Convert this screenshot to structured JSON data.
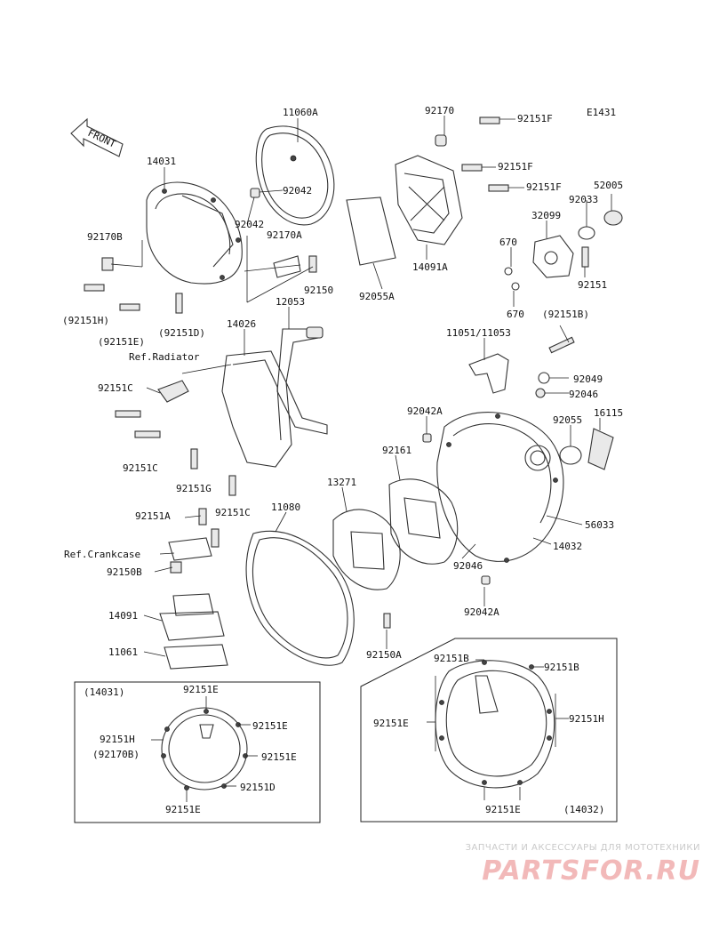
{
  "diagram_code": "E1431",
  "front_marker": "FRONT",
  "refs": {
    "radiator": "Ref.Radiator",
    "crankcase": "Ref.Crankcase"
  },
  "parts": {
    "p11060A": "11060A",
    "p14031": "14031",
    "p92042_a": "92042",
    "p92042_b": "92042",
    "p92170A": "92170A",
    "p92170B": "92170B",
    "p92151H_paren": "(92151H)",
    "p92151E_paren": "(92151E)",
    "p92151D_paren": "(92151D)",
    "p92150_a": "92150",
    "p12053": "12053",
    "p14026": "14026",
    "p92151C_a": "92151C",
    "p92151C_b": "92151C",
    "p92151G": "92151G",
    "p92151C_c": "92151C",
    "p92170_top": "92170",
    "p92151F_a": "92151F",
    "p92151F_b": "92151F",
    "p92151F_c": "92151F",
    "p52005": "52005",
    "p92033": "92033",
    "p32099": "32099",
    "p670_a": "670",
    "p670_b": "670",
    "p92151_r": "92151",
    "p92055A": "92055A",
    "p14091A": "14091A",
    "p92151B_paren": "(92151B)",
    "p11051_11053": "11051/11053",
    "p92049": "92049",
    "p92046_a": "92046",
    "p92042A_a": "92042A",
    "p92055": "92055",
    "p16115": "16115",
    "p92161": "92161",
    "p13271": "13271",
    "p11080": "11080",
    "p92151A": "92151A",
    "p92150B": "92150B",
    "p14091": "14091",
    "p11061": "11061",
    "p92150A": "92150A",
    "p56033": "56033",
    "p14032": "14032",
    "p92046_b": "92046",
    "p92042A_b": "92042A"
  },
  "inset_left": {
    "title": "(14031)",
    "l1": "92151E",
    "l2": "92151E",
    "l3": "92151H",
    "l4": "(92170B)",
    "l5": "92151E",
    "l6": "92151D",
    "l7": "92151E"
  },
  "inset_right": {
    "title": "(14032)",
    "l1": "92151B",
    "l2": "92151B",
    "l3": "92151E",
    "l4": "92151H",
    "l5": "92151E"
  },
  "watermark": {
    "tagline": "ЗАПЧАСТИ И АКСЕССУАРЫ ДЛЯ МОТОТЕХНИКИ",
    "logo": "PARTSFOR.RU",
    "tagline_color": "#c9c9c9",
    "logo_color": "#f2b9b9"
  }
}
